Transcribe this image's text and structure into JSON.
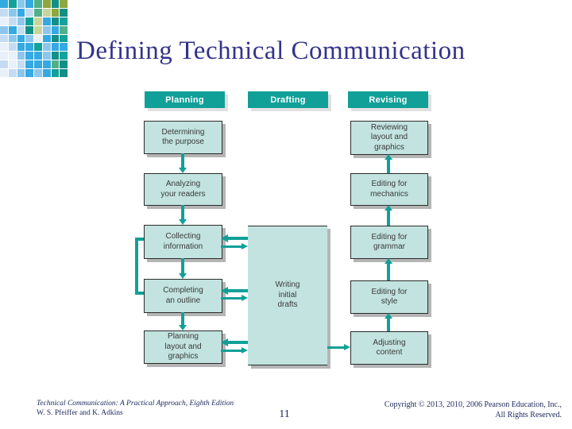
{
  "slide": {
    "title": "Defining Technical Communication",
    "page_number": "11"
  },
  "theme": {
    "teal": "#11a098",
    "box_fill": "#c2e3df",
    "box_border": "#2b2b2b",
    "box_shadow": "#b5b5b5",
    "title_color": "#33338b",
    "footer_color": "#202a5e",
    "text_color": "#3a3a3a"
  },
  "diagram": {
    "headers": [
      "Planning",
      "Drafting",
      "Revising"
    ],
    "planning_steps": [
      "Determining\nthe purpose",
      "Analyzing\nyour readers",
      "Collecting\ninformation",
      "Completing\nan outline",
      "Planning\nlayout and\ngraphics"
    ],
    "drafting_box": "Writing\ninitial\ndrafts",
    "revising_steps": [
      "Reviewing\nlayout and\ngraphics",
      "Editing for\nmechanics",
      "Editing for\ngrammar",
      "Editing for\nstyle",
      "Adjusting\ncontent"
    ]
  },
  "footer": {
    "book_title": "Technical Communication: A Practical Approach, Eighth Edition",
    "authors": "W. S. Pfeiffer and K. Adkins",
    "copyright_line1": "Copyright © 2013, 2010, 2006 Pearson Education, Inc.,",
    "copyright_line2": "All Rights Reserved."
  },
  "mosaic": {
    "palette": [
      "#e8f0f9",
      "#c3dcf3",
      "#8cc6ec",
      "#35a9e1",
      "#5aa7d8",
      "#13a29a",
      "#52b089",
      "#8ca83f",
      "#c7d49c",
      "#128f87"
    ],
    "grid": [
      [
        3,
        5,
        2,
        3,
        6,
        7,
        9,
        7
      ],
      [
        1,
        2,
        3,
        1,
        6,
        8,
        7,
        9
      ],
      [
        0,
        1,
        2,
        5,
        8,
        3,
        9,
        5
      ],
      [
        2,
        3,
        1,
        9,
        8,
        2,
        3,
        6
      ],
      [
        1,
        2,
        3,
        2,
        0,
        3,
        9,
        5
      ],
      [
        0,
        1,
        3,
        3,
        5,
        2,
        3,
        3
      ],
      [
        0,
        0,
        2,
        3,
        3,
        2,
        9,
        5
      ],
      [
        1,
        0,
        1,
        3,
        3,
        3,
        6,
        9
      ],
      [
        0,
        1,
        2,
        3,
        2,
        3,
        5,
        9
      ]
    ]
  }
}
